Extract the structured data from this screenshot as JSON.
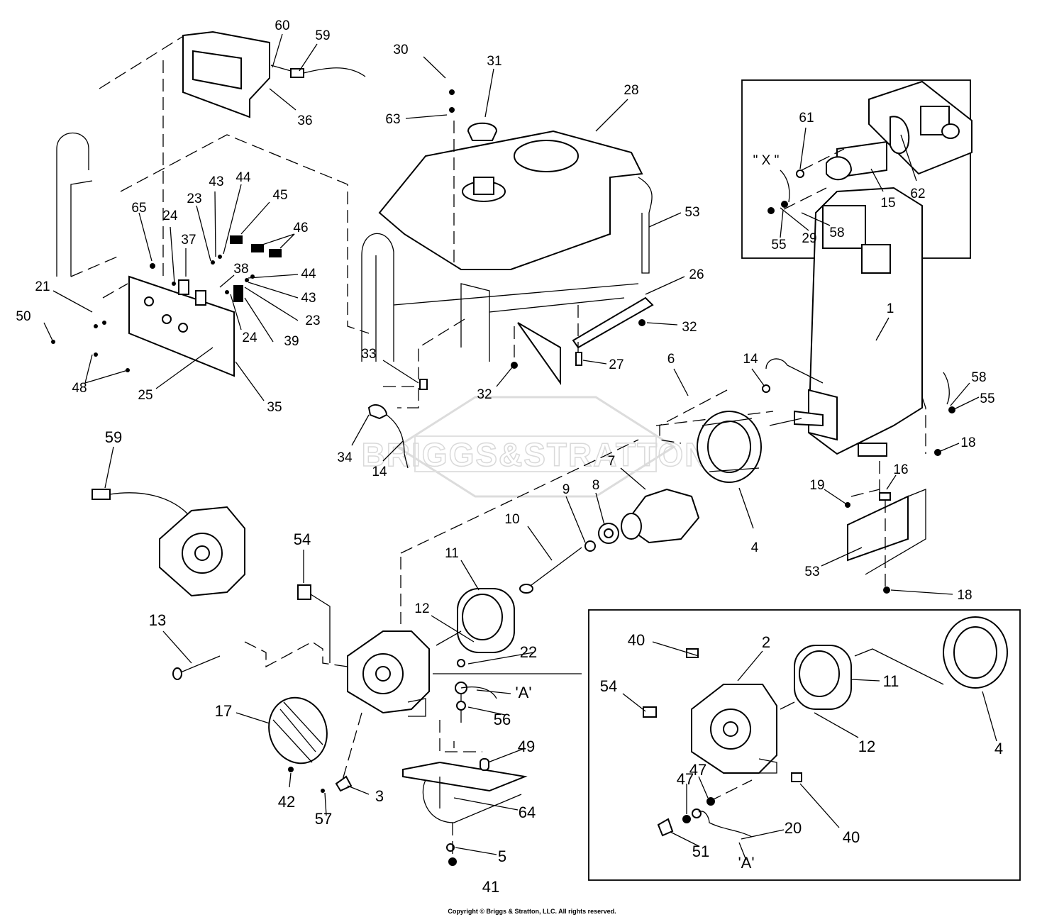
{
  "watermark": "BRIGGS&STRATTON",
  "copyright": "Copyright © Briggs & Stratton, LLC. All rights reserved.",
  "callouts": {
    "c60": "60",
    "c59a": "59",
    "c36": "36",
    "c30": "30",
    "c31": "31",
    "c63": "63",
    "c28": "28",
    "c65": "65",
    "c24a": "24",
    "c37": "37",
    "c23a": "23",
    "c43a": "43",
    "c44a": "44",
    "c45": "45",
    "c46": "46",
    "c21": "21",
    "c50": "50",
    "c38": "38",
    "c44b": "44",
    "c43b": "43",
    "c23b": "23",
    "c24b": "24",
    "c39": "39",
    "c48": "48",
    "c25": "25",
    "c35": "35",
    "c53a": "53",
    "c26": "26",
    "c32a": "32",
    "c27": "27",
    "c32b": "32",
    "c33": "33",
    "c34": "34",
    "c14a": "14",
    "c6": "6",
    "c14b": "14",
    "c1": "1",
    "c58a": "58",
    "c55a": "55",
    "c18a": "18",
    "c19": "19",
    "c16": "16",
    "c53b": "53",
    "c18b": "18",
    "c61": "61",
    "cX": "\" X \"",
    "c15": "15",
    "c62": "62",
    "c55b": "55",
    "c29": "29",
    "c58b": "58",
    "c59b": "59",
    "c54a": "54",
    "c10": "10",
    "c9": "9",
    "c8": "8",
    "c7": "7",
    "c4a": "4",
    "c11a": "11",
    "c12a": "12",
    "c13": "13",
    "c22": "22",
    "cA1": "'A'",
    "c17": "17",
    "c56": "56",
    "c49": "49",
    "c42": "42",
    "c57": "57",
    "c3": "3",
    "c64": "64",
    "c5": "5",
    "c41": "41",
    "c40a": "40",
    "c2": "2",
    "c54b": "54",
    "c11b": "11",
    "c12b": "12",
    "c4b": "4",
    "c47a": "47",
    "c47b": "47",
    "c20": "20",
    "c40b": "40",
    "c51": "51",
    "cA2": "'A'"
  }
}
